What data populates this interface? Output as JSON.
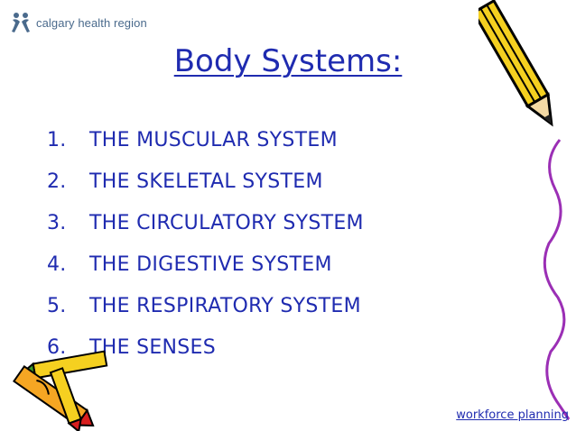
{
  "logo": {
    "text": "calgary health region"
  },
  "title": "Body Systems:",
  "systems": [
    {
      "num": "1.",
      "label": "THE MUSCULAR SYSTEM"
    },
    {
      "num": "2.",
      "label": "THE SKELETAL SYSTEM"
    },
    {
      "num": "3.",
      "label": "THE CIRCULATORY SYSTEM"
    },
    {
      "num": "4.",
      "label": "THE DIGESTIVE SYSTEM"
    },
    {
      "num": "5.",
      "label": "THE RESPIRATORY SYSTEM"
    },
    {
      "num": "6.",
      "label": "THE SENSES"
    }
  ],
  "footer": {
    "link": "workforce planning"
  },
  "colors": {
    "text": "#1f2bb0",
    "logo": "#4a6a8c",
    "pencil": "#f5d020",
    "pencil_outline": "#000000",
    "tip_red": "#d81e1e"
  },
  "icons": [
    "logo-people-icon",
    "pencil-clipart",
    "crayons-clipart",
    "squiggle-clipart"
  ]
}
